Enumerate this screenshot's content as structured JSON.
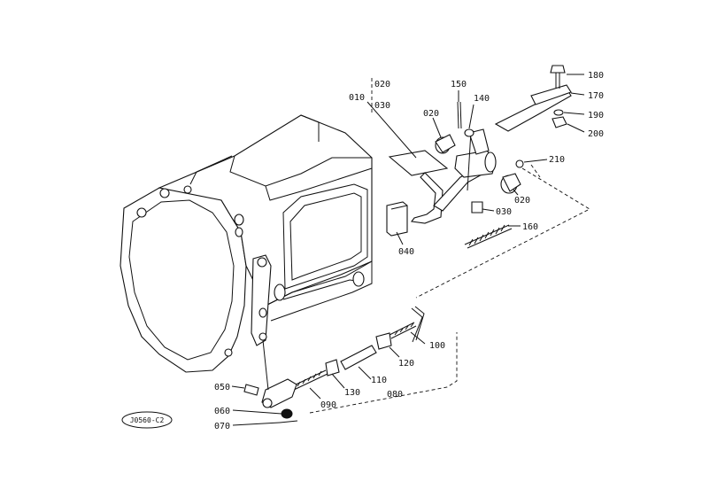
{
  "diagram": {
    "figure_code": "J0560-C2",
    "labels": {
      "p010": "010",
      "p020_top": "020",
      "p030_top": "030",
      "p020_left": "020",
      "p150": "150",
      "p140": "140",
      "p180": "180",
      "p170": "170",
      "p190": "190",
      "p200": "200",
      "p210": "210",
      "p020_right": "020",
      "p030_mid": "030",
      "p040": "040",
      "p160": "160",
      "p100": "100",
      "p120": "120",
      "p110": "110",
      "p080": "080",
      "p130": "130",
      "p090": "090",
      "p050": "050",
      "p060": "060",
      "p070": "070"
    }
  }
}
